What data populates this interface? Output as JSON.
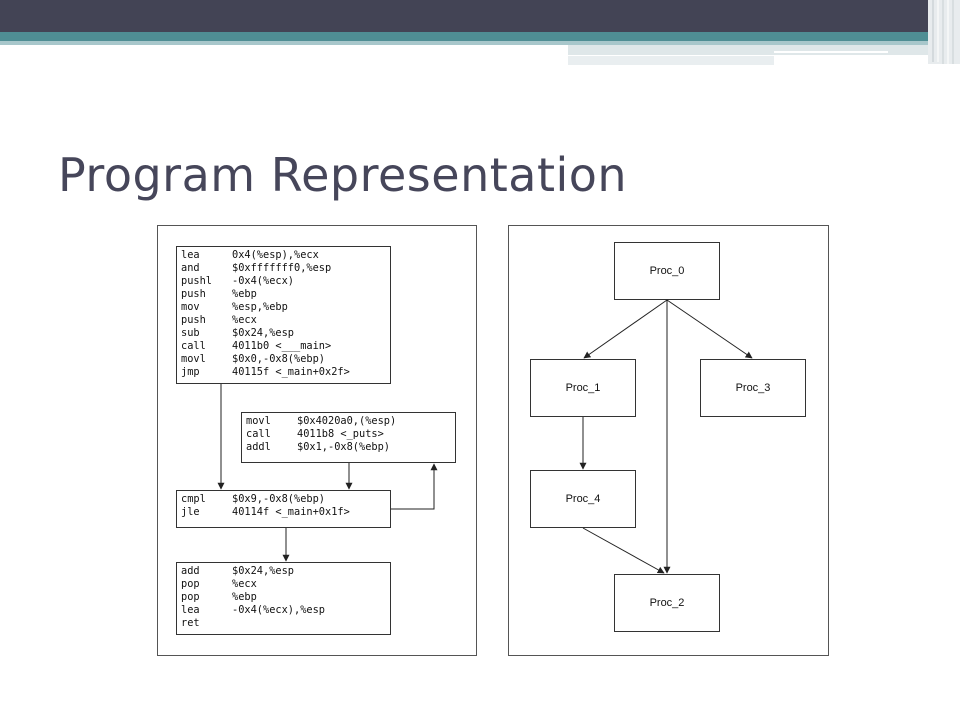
{
  "slide": {
    "title": "Program Representation"
  },
  "cfg": {
    "block1": [
      {
        "op": "lea",
        "arg": "0x4(%esp),%ecx"
      },
      {
        "op": "and",
        "arg": "$0xfffffff0,%esp"
      },
      {
        "op": "pushl",
        "arg": "-0x4(%ecx)"
      },
      {
        "op": "push",
        "arg": "%ebp"
      },
      {
        "op": "mov",
        "arg": "%esp,%ebp"
      },
      {
        "op": "push",
        "arg": "%ecx"
      },
      {
        "op": "sub",
        "arg": "$0x24,%esp"
      },
      {
        "op": "call",
        "arg": "4011b0 <___main>"
      },
      {
        "op": "movl",
        "arg": "$0x0,-0x8(%ebp)"
      },
      {
        "op": "jmp",
        "arg": "40115f <_main+0x2f>"
      }
    ],
    "block2": [
      {
        "op": "movl",
        "arg": "$0x4020a0,(%esp)"
      },
      {
        "op": "call",
        "arg": "4011b8 <_puts>"
      },
      {
        "op": "addl",
        "arg": "$0x1,-0x8(%ebp)"
      }
    ],
    "block3": [
      {
        "op": "cmpl",
        "arg": "$0x9,-0x8(%ebp)"
      },
      {
        "op": "jle",
        "arg": "40114f <_main+0x1f>"
      }
    ],
    "block4": [
      {
        "op": "add",
        "arg": "$0x24,%esp"
      },
      {
        "op": "pop",
        "arg": "%ecx"
      },
      {
        "op": "pop",
        "arg": "%ebp"
      },
      {
        "op": "lea",
        "arg": "-0x4(%ecx),%esp"
      },
      {
        "op": "ret",
        "arg": ""
      }
    ]
  },
  "call_graph": {
    "proc0": "Proc_0",
    "proc1": "Proc_1",
    "proc2": "Proc_2",
    "proc3": "Proc_3",
    "proc4": "Proc_4"
  },
  "colors": {
    "header_dark": "#434455",
    "header_teal": "#4f8e94",
    "title": "#46465a"
  }
}
